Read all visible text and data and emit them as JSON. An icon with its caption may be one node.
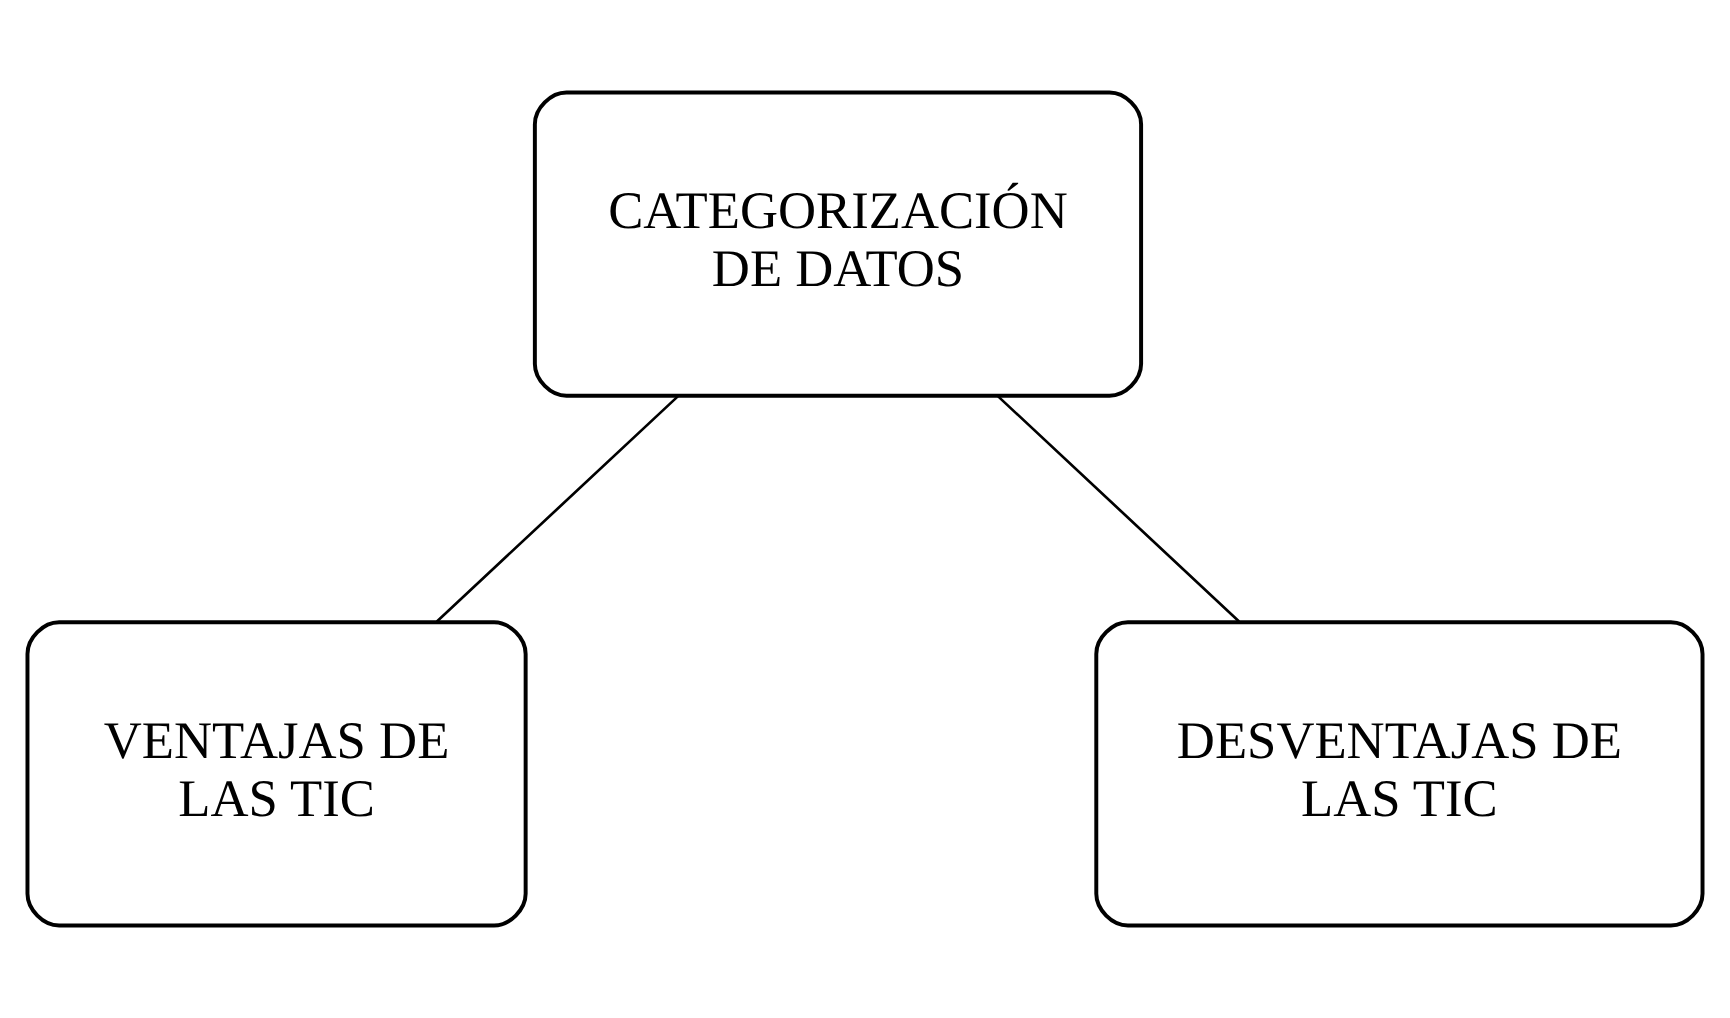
{
  "diagram": {
    "nodes": [
      {
        "text": [
          "CATEGORIZACIÓN DE DATOS"
        ]
      },
      {
        "text": [
          "VENTAJAS DE LAS TIC"
        ]
      },
      {
        "text": [
          "DESVENTAJAS DE LAS TIC"
        ]
      }
    ],
    "edges": [
      {
        "from": 0,
        "to": 1,
        "arrow": "none"
      },
      {
        "from": 0,
        "to": 2,
        "arrow": "none"
      }
    ]
  }
}
